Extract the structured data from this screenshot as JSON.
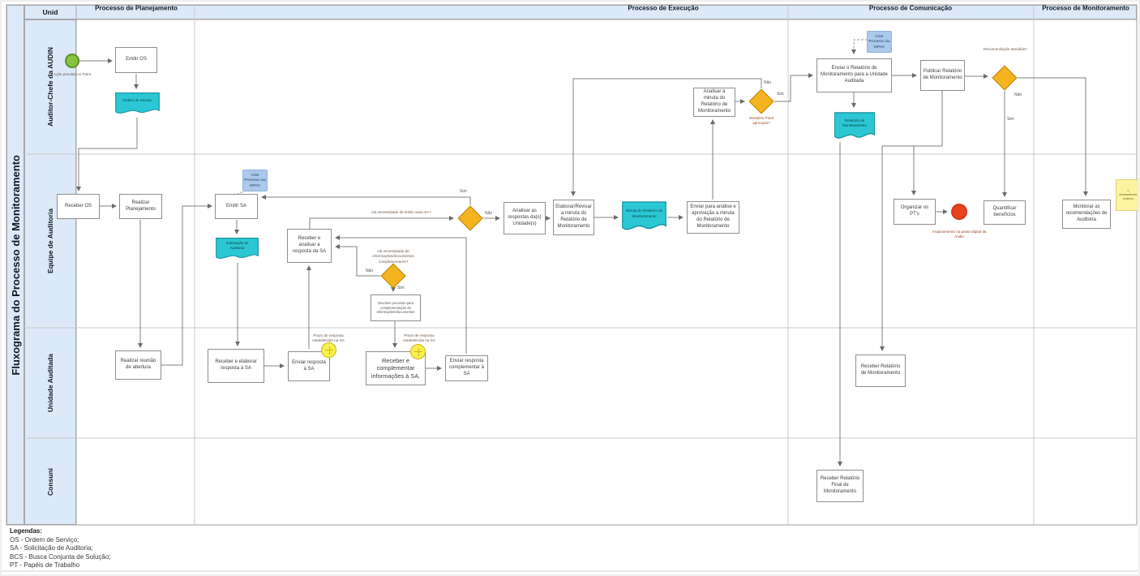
{
  "title": "Fluxograma do Processo de Monitoramento",
  "header": {
    "unit": "Unid",
    "columns": [
      "Processo de Planejamento",
      "Processo de Execução",
      "Processo de Comunicação",
      "Processo de Monitoramento"
    ]
  },
  "lanes": [
    "Auditor-Chefe da AUDIN",
    "Equipe de Auditoria",
    "Unidade Auditada",
    "Consuni"
  ],
  "nodes": {
    "emitir_os": "Emitir OS",
    "doc_ordem_servico": "Ordem de Serviço",
    "receber_os": "Receber OS",
    "realizar_planejamento": "Realizar Planejamento",
    "emitir_sa": "Emitir SA",
    "note_sipac": "Criar Processo via SIPAC",
    "doc_solicitacao": "Solicitação de Auditoria",
    "receber_analisar": "Receber e analisar a resposta da SA",
    "devolver_processo": "Devolver processo para complementação de informações/documentos",
    "analisar_respostas": "Analisar as respostas da(s) Unidade(s)",
    "elaborar_revisar": "Elaborar/Revisar a minuta do Relatório de Monitoramento",
    "doc_minuta": "Minuta do Relatório de Monitoramento",
    "enviar_analise": "Enviar para análise e aprovação a minuta do Relatório de Monitoramento",
    "analisar_minuta": "Analisar a minuta do Relatório de Monitoramento",
    "enviar_relatorio_unidade": "Enviar o Relatório de Monitoramento para a Unidade Auditada",
    "doc_relatorio": "Relatório de Monitoramento",
    "publicar_relatorio": "Publicar Relatório de Monitoramento",
    "organizar_pts": "Organizar os PT's",
    "quantificar_beneficios": "Quantificar benefícios",
    "monitorar_recomendacoes": "Monitorar as recomendações de Auditoria",
    "sticky_note": "o monitoramento contínuo",
    "realizar_reuniao": "Realizar reunião de abertura",
    "receber_elaborar": "Receber e elaborar resposta à SA",
    "enviar_resposta_sa": "Enviar resposta à SA",
    "receber_complementar": "Receber e complementar informações à SA.",
    "enviar_complementar": "Enviar resposta complementar à SA",
    "receber_relatorio_mon": "Receber Relatório de Monitoramento",
    "receber_relatorio_final": "Receber Relatório Final de Monitoramento"
  },
  "edge_labels": {
    "sim": "Sim",
    "nao": "Não",
    "q_emitir_outra": "Há necessidade de emitir outra SA?",
    "q_info_complementar": "Há necessidade de informações/documentos complementares?",
    "q_relatorio_aprovado": "Relatório Final aprovado?",
    "q_recomendacao": "Recomendação atendida?",
    "prazo_sa_1": "Prazo de resposta estabelecido na SA",
    "prazo_sa_2": "Prazo de resposta estabelecida na SA"
  },
  "annotations": {
    "start_label": "Ação prevista no Paint",
    "arquivamento_label": "Arquivamento na pasta digital da Audin"
  },
  "legend": {
    "title": "Legendas:",
    "items": [
      "OS - Ordem de Serviço;",
      "SA - Solicitação de Auditoria;",
      "BCS - Busca Conjunta de Solução;",
      "PT - Papéis de Trabalho"
    ]
  },
  "colors": {
    "lane_fill": "#dbe9f8",
    "document_teal": "#2bc7d4",
    "diamond_amber": "#f4b41f",
    "note_blue": "#abc9ec",
    "start_green": "#86c440",
    "end_red": "#e8431f",
    "timer_yellow": "#f8ef4e",
    "sticky_yellow": "#fbf3a0"
  }
}
